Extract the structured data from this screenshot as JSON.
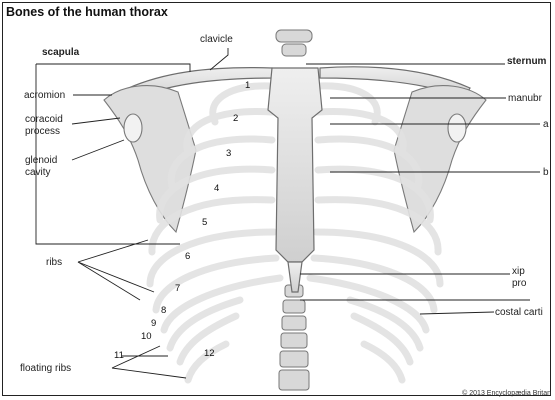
{
  "title": "Bones of the human thorax",
  "labels": {
    "clavicle": "clavicle",
    "scapula": "scapula",
    "sternum": "sternum",
    "acromion": "acromion",
    "coracoid_line1": "coracoid",
    "coracoid_line2": "process",
    "manubrium": "manubr",
    "a_label": "a",
    "glenoid_line1": "glenoid",
    "glenoid_line2": "cavity",
    "b_label": "b",
    "ribs": "ribs",
    "xiphoid_line1": "xip",
    "xiphoid_line2": "pro",
    "costal": "costal carti",
    "floating_ribs": "floating ribs"
  },
  "rib_numbers": [
    "1",
    "2",
    "3",
    "4",
    "5",
    "6",
    "7",
    "8",
    "9",
    "10",
    "11",
    "12"
  ],
  "credit": "© 2013 Encyclopædia Britan",
  "colors": {
    "bone_fill": "#e6e6e6",
    "bone_stroke": "#6e6e6e",
    "leader": "#222222"
  }
}
